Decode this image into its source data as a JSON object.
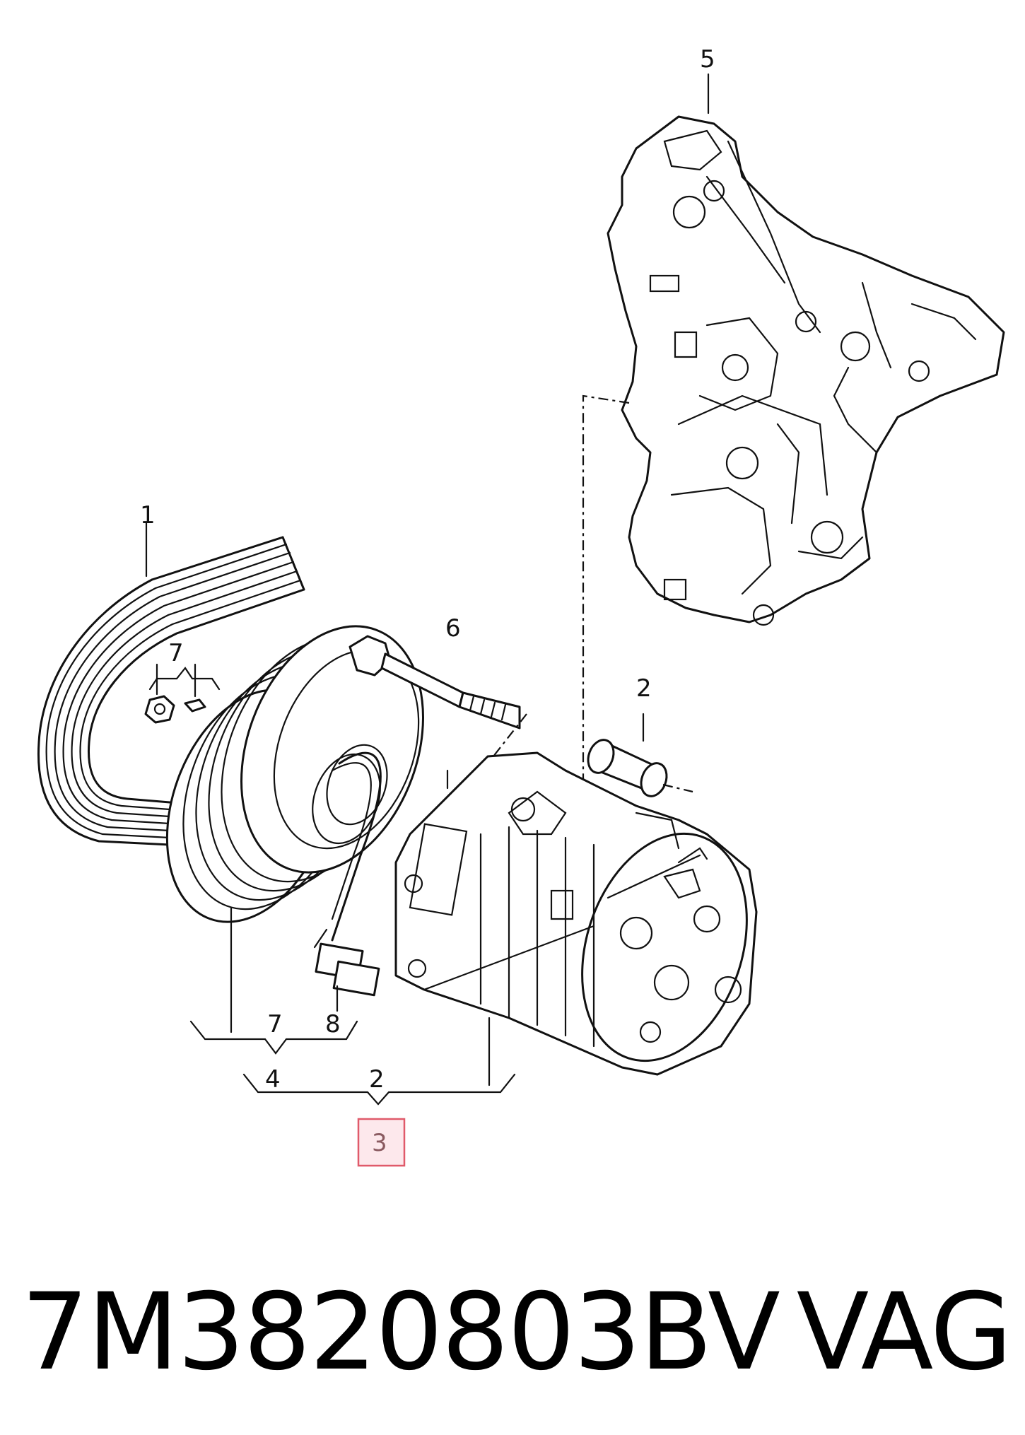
{
  "diagram": {
    "callouts": {
      "c1": "1",
      "c2_top": "2",
      "c2_bottom": "2",
      "c3": "3",
      "c4": "4",
      "c5": "5",
      "c6": "6",
      "c7_top": "7",
      "c7_bottom": "7",
      "c8": "8"
    },
    "highlighted_part": "3",
    "highlight_color": "#e05a6a"
  },
  "footer": {
    "part_number": "7M3820803BV",
    "brand": "VAG"
  }
}
